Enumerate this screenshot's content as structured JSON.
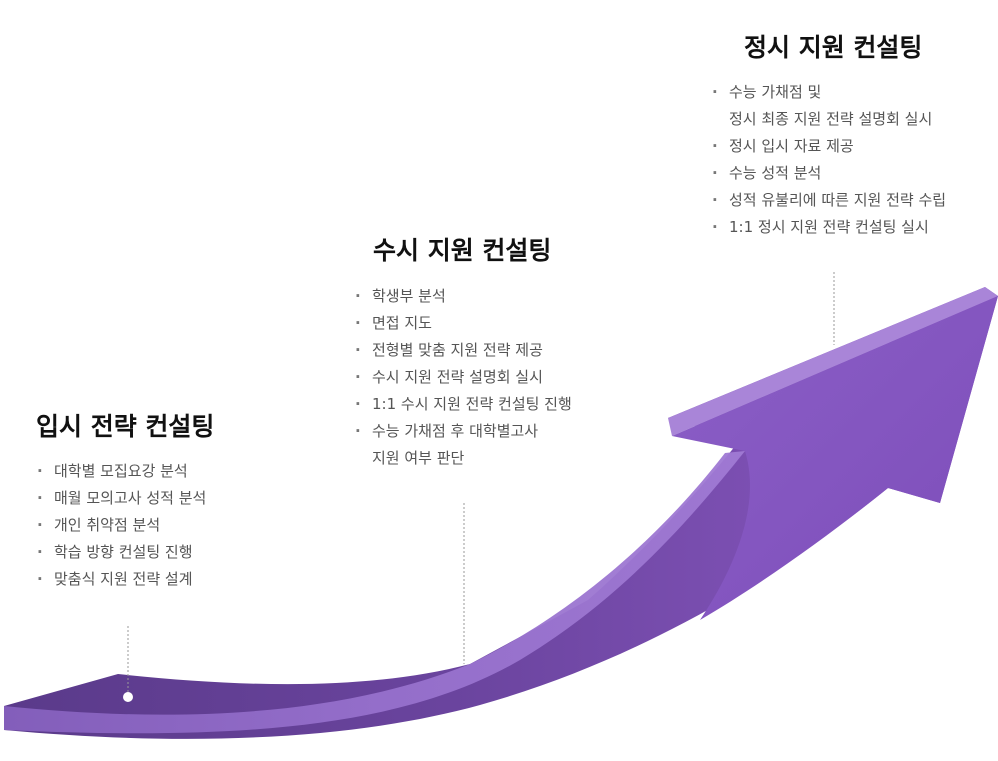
{
  "stages": [
    {
      "title": "입시 전략 컨설팅",
      "items": [
        [
          "대학별 모집요강 분석"
        ],
        [
          "매월 모의고사 성적 분석"
        ],
        [
          "개인 취약점 분석"
        ],
        [
          "학습 방향 컨설팅 진행"
        ],
        [
          "맞춤식 지원 전략 설계"
        ]
      ]
    },
    {
      "title": "수시 지원 컨설팅",
      "items": [
        [
          "학생부 분석"
        ],
        [
          "면접 지도"
        ],
        [
          "전형별 맞춤 지원 전략 제공"
        ],
        [
          "수시 지원 전략 설명회 실시"
        ],
        [
          "1:1 수시 지원 전략 컨설팅 진행"
        ],
        [
          "수능 가채점 후 대학별고사",
          "지원 여부 판단"
        ]
      ]
    },
    {
      "title": "정시 지원 컨설팅",
      "items": [
        [
          "수능 가채점 및",
          "정시 최종 지원 전략 설명회 실시"
        ],
        [
          "정시 입시 자료 제공"
        ],
        [
          "수능 성적 분석"
        ],
        [
          "성적 유불리에 따른 지원 전략 수립"
        ],
        [
          "1:1 정시 지원 전략 컨설팅 실시"
        ]
      ]
    }
  ],
  "colors": {
    "arrow_light": "#9a77cc",
    "arrow_mid": "#8a5bc4",
    "arrow_dark": "#5f3f90",
    "guide_line": "#999999"
  }
}
